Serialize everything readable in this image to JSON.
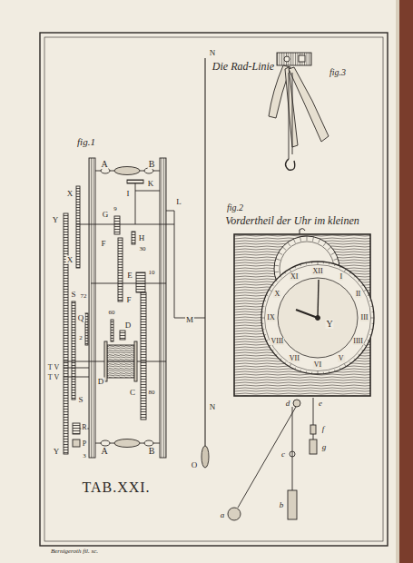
{
  "diagram": {
    "title": "TAB.XXI.",
    "labels": [
      "fig.1",
      "A",
      "B",
      "I",
      "K",
      "X",
      "L",
      "G",
      "9",
      "Y",
      "F",
      "H",
      "30",
      "X",
      "E",
      "10",
      "F",
      "S",
      "72",
      "60",
      "Q",
      "D",
      "M",
      "2",
      "T V",
      "T V",
      "D",
      "C",
      "80",
      "S",
      "N",
      "R",
      "P",
      "3",
      "Y",
      "A",
      "B",
      "O",
      "N",
      "Die Rad-Linie",
      "fig.3",
      "fig.2",
      "Vordertheil der Uhr im kleinen",
      "XII",
      "I",
      "II",
      "III",
      "IIII",
      "V",
      "VI",
      "VII",
      "VIII",
      "IX",
      "X",
      "XI",
      "Y",
      "d",
      "e",
      "f",
      "g",
      "c",
      "b",
      "a",
      "Bernigeroth fil. sc."
    ]
  }
}
